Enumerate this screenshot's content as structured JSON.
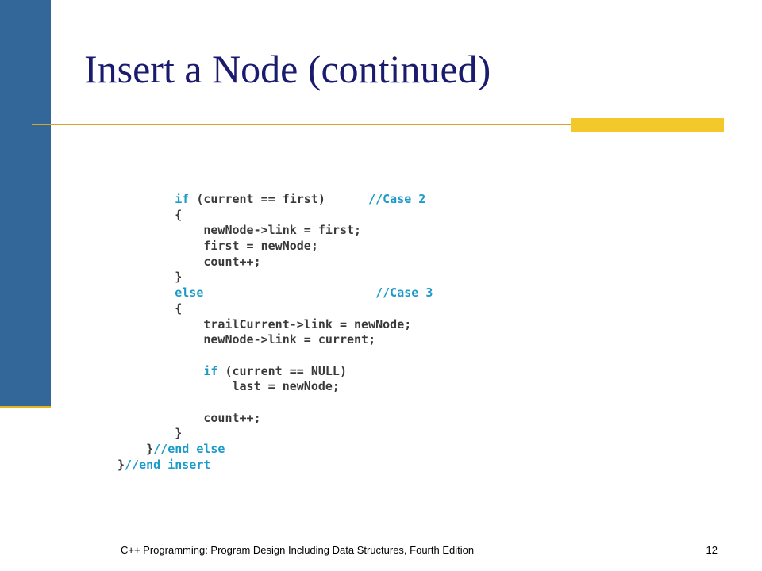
{
  "title": "Insert a Node (continued)",
  "code_lines": [
    {
      "indent": "        ",
      "kw": "if",
      "text": " (current == first)      ",
      "comment": "//Case 2"
    },
    {
      "indent": "        ",
      "kw": "",
      "text": "{",
      "comment": ""
    },
    {
      "indent": "            ",
      "kw": "",
      "text": "newNode->link = first;",
      "comment": ""
    },
    {
      "indent": "            ",
      "kw": "",
      "text": "first = newNode;",
      "comment": ""
    },
    {
      "indent": "            ",
      "kw": "",
      "text": "count++;",
      "comment": ""
    },
    {
      "indent": "        ",
      "kw": "",
      "text": "}",
      "comment": ""
    },
    {
      "indent": "        ",
      "kw": "else",
      "text": "                        ",
      "comment": "//Case 3"
    },
    {
      "indent": "        ",
      "kw": "",
      "text": "{",
      "comment": ""
    },
    {
      "indent": "            ",
      "kw": "",
      "text": "trailCurrent->link = newNode;",
      "comment": ""
    },
    {
      "indent": "            ",
      "kw": "",
      "text": "newNode->link = current;",
      "comment": ""
    },
    {
      "indent": "",
      "kw": "",
      "text": "",
      "comment": ""
    },
    {
      "indent": "            ",
      "kw": "if",
      "text": " (current == NULL)",
      "comment": ""
    },
    {
      "indent": "                ",
      "kw": "",
      "text": "last = newNode;",
      "comment": ""
    },
    {
      "indent": "",
      "kw": "",
      "text": "",
      "comment": ""
    },
    {
      "indent": "            ",
      "kw": "",
      "text": "count++;",
      "comment": ""
    },
    {
      "indent": "        ",
      "kw": "",
      "text": "}",
      "comment": ""
    },
    {
      "indent": "    ",
      "kw": "",
      "text": "}",
      "comment": "//end else"
    },
    {
      "indent": "",
      "kw": "",
      "text": "}",
      "comment": "//end insert"
    }
  ],
  "footer": {
    "text": "C++ Programming: Program Design Including Data Structures, Fourth Edition",
    "page_number": "12"
  },
  "colors": {
    "sidebar": "#336699",
    "title": "#1a1a6e",
    "rule": "#d4a52a",
    "accent": "#f3c82b",
    "code_keyword": "#1e9ac9",
    "code_text": "#3a3a3a"
  }
}
